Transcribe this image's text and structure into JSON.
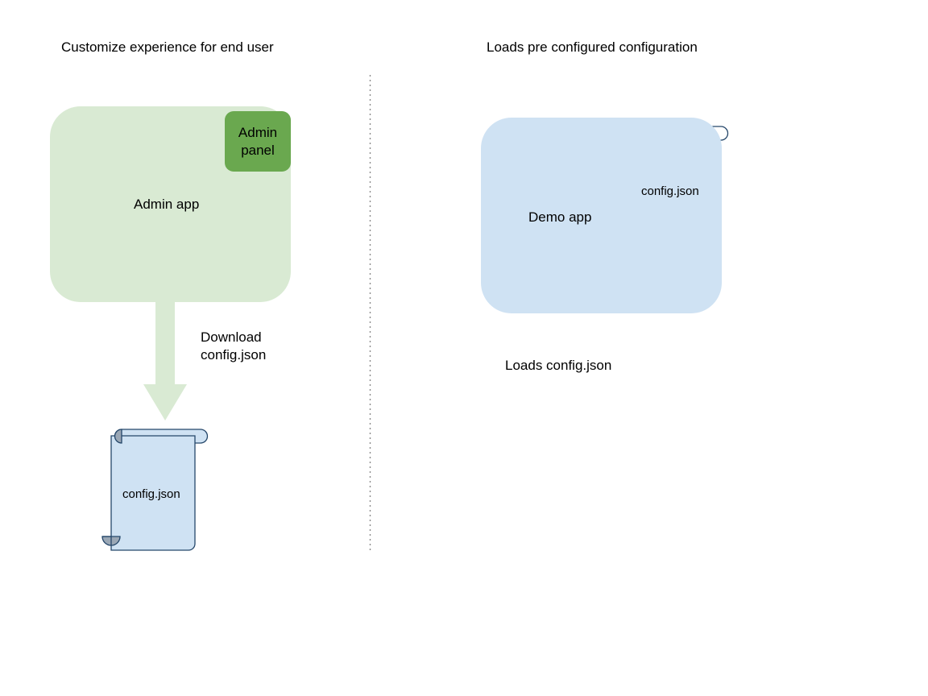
{
  "diagram": {
    "background": "#ffffff",
    "divider": {
      "name": "vertical-dotted-divider",
      "color": "#999999",
      "style": "dotted"
    },
    "panels": [
      {
        "id": "left",
        "title": "Customize experience for end user",
        "app": {
          "label": "Admin app",
          "fill": "#d9ead3"
        },
        "inner_box": {
          "label": "Admin panel",
          "line1": "Admin",
          "line2": "panel",
          "fill": "#6aa84f"
        },
        "arrow": {
          "label": "Download\nconfig.json",
          "label_line1": "Download",
          "label_line2": "config.json",
          "fill": "#d9ead3",
          "direction": "down"
        },
        "document": {
          "label": "config.json",
          "fill": "#cfe2f3",
          "stroke": "#25476a",
          "curl_fill": "#9aa7b5"
        }
      },
      {
        "id": "right",
        "title": "Loads pre configured configuration",
        "app": {
          "label": "Demo app",
          "fill": "#cfe2f3"
        },
        "caption": "Loads config.json",
        "document": {
          "label": "config.json",
          "fill": "transparent",
          "stroke": "#25476a",
          "curl_fill": "#9aa7b5"
        }
      }
    ]
  }
}
